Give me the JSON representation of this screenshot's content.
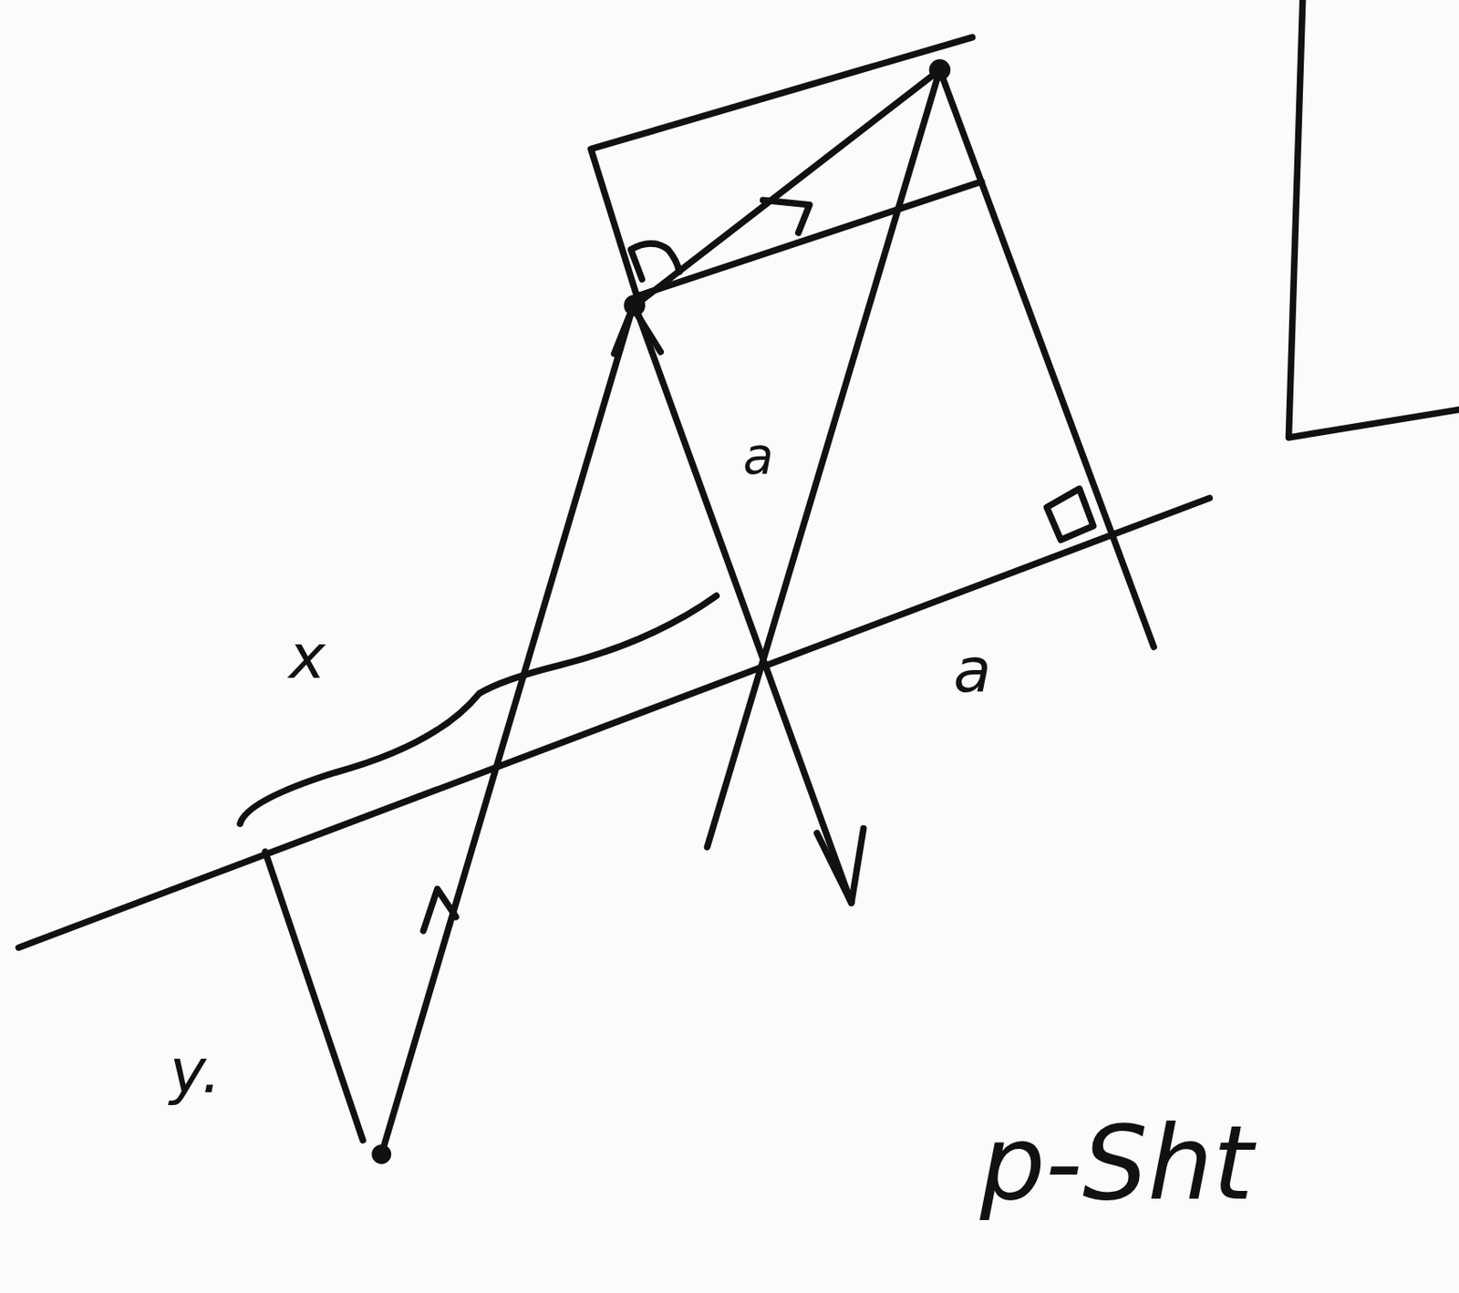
{
  "diagram": {
    "labels": [
      "a",
      "x",
      "a",
      "y.",
      "p-Sht"
    ]
  }
}
